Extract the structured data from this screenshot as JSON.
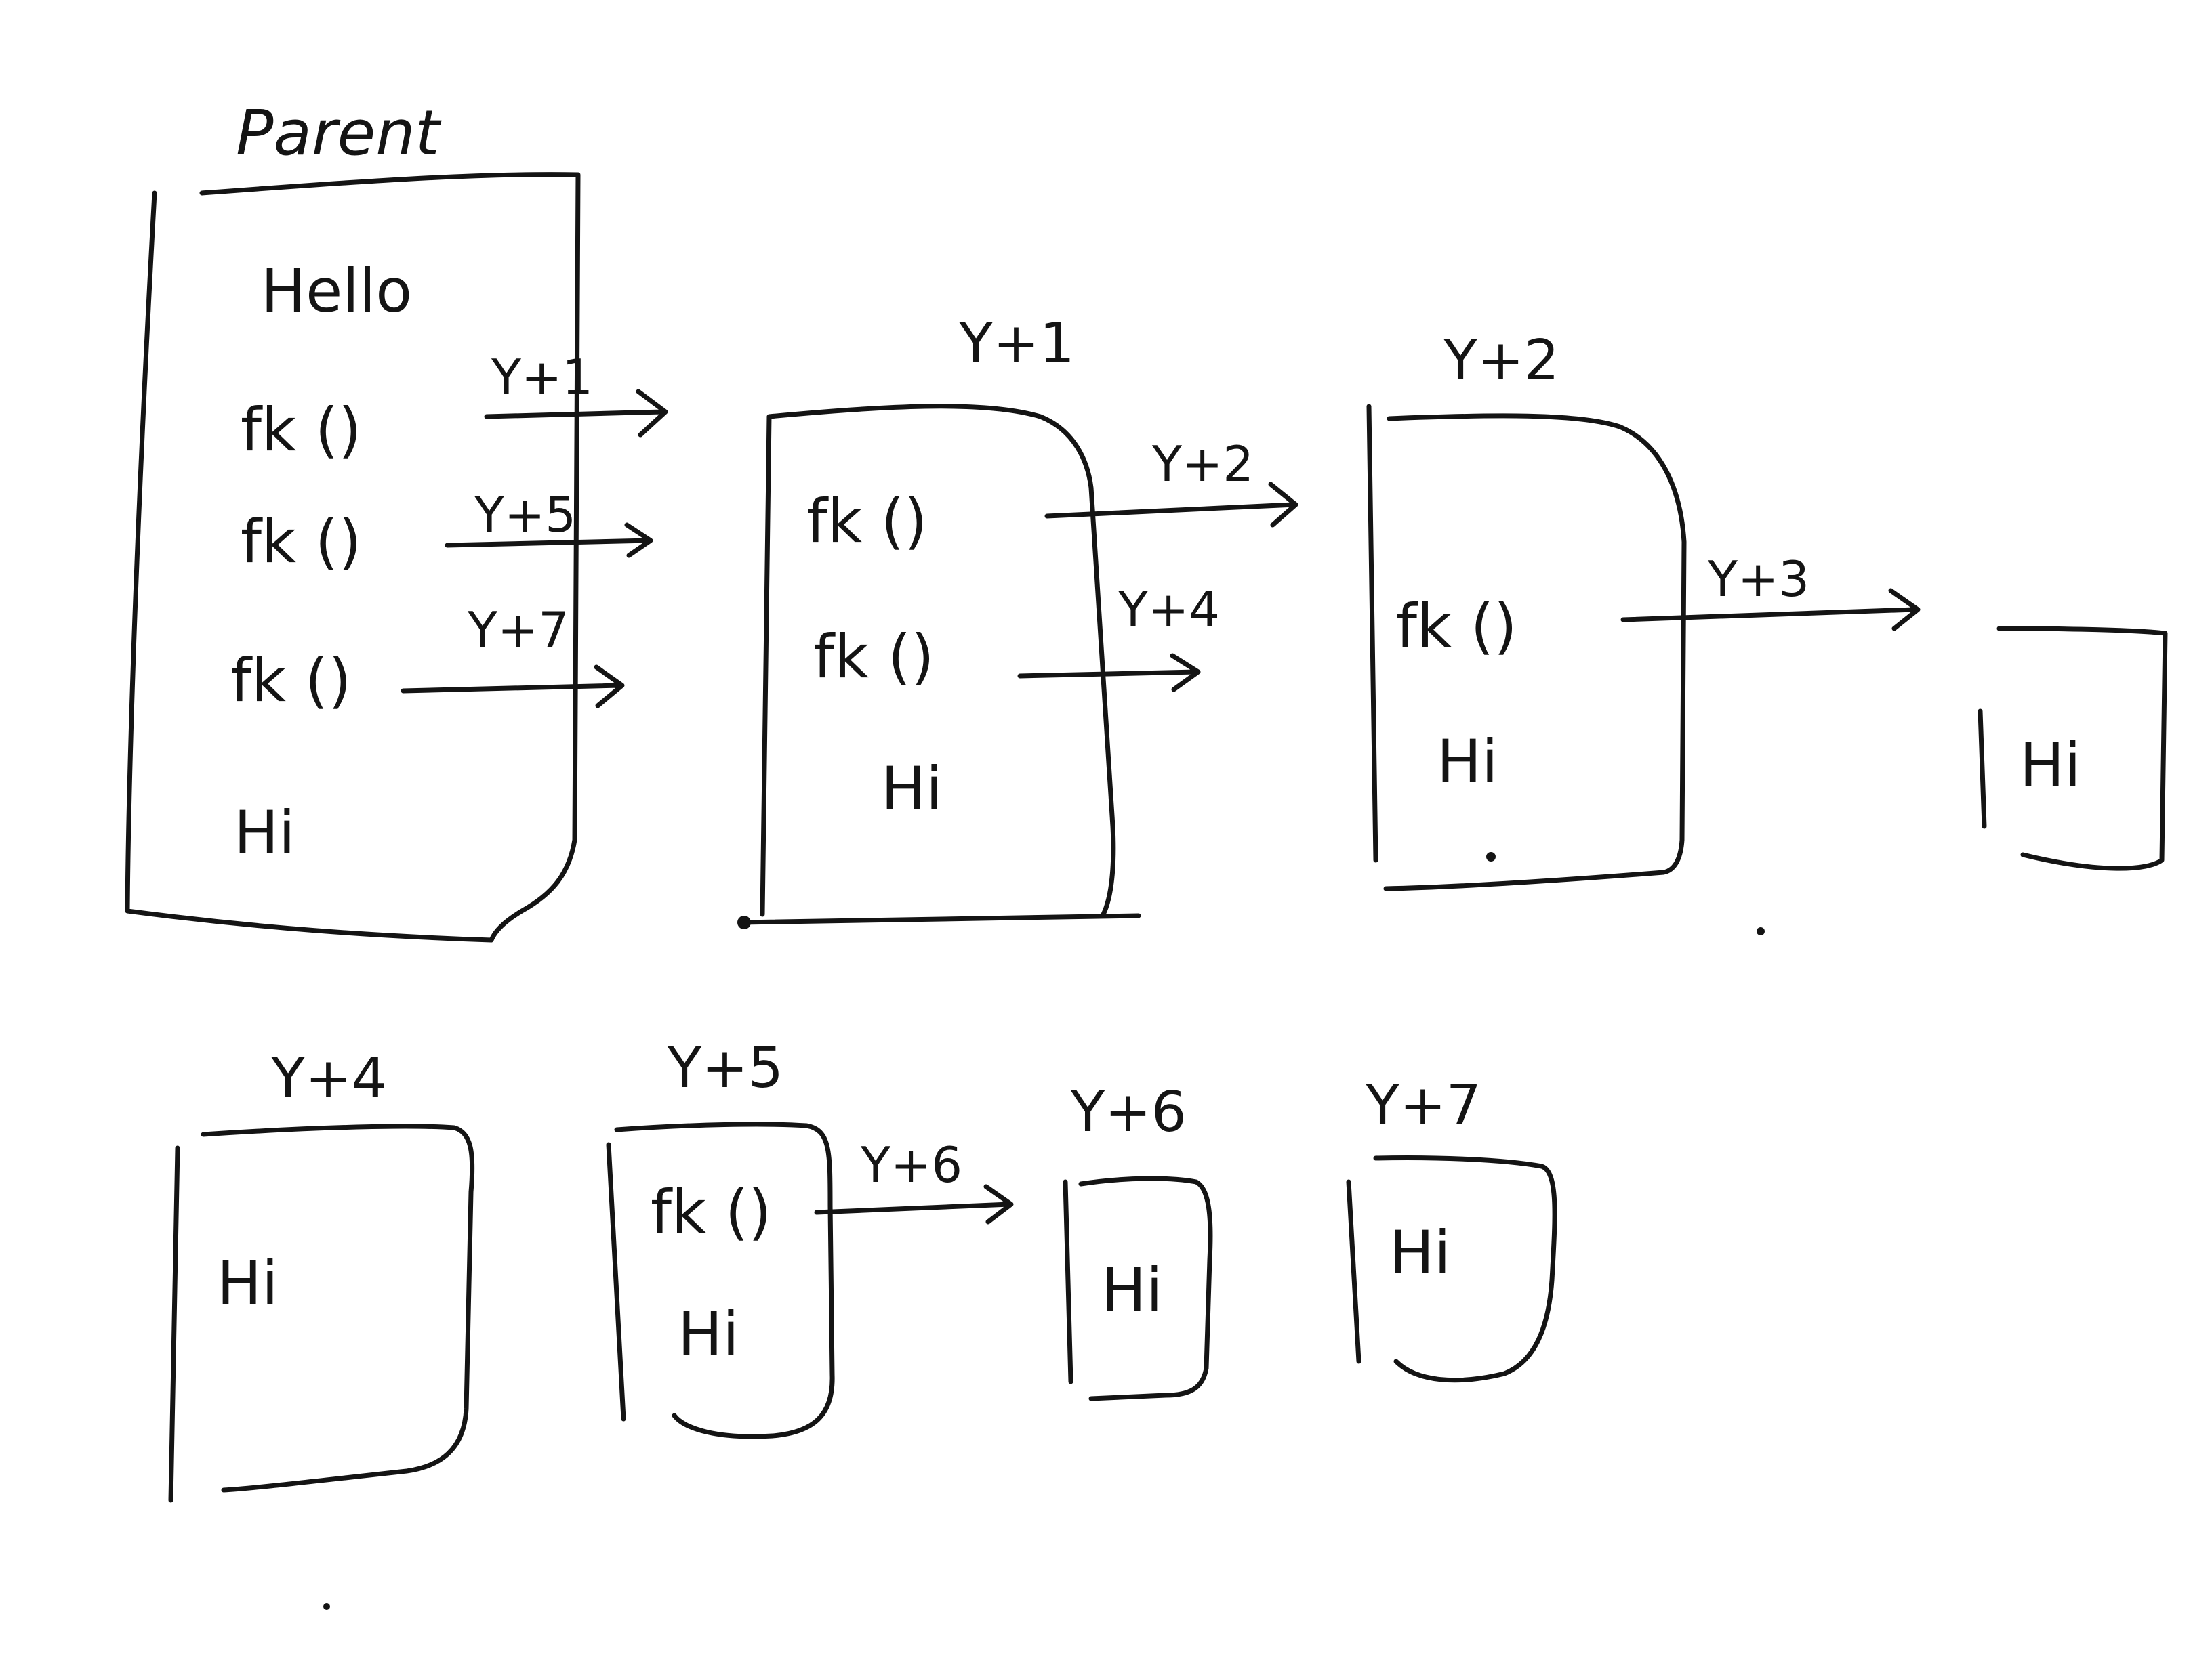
{
  "diagram": {
    "parent": {
      "title": "Parent",
      "lines": [
        "Hello",
        "fk ()",
        "fk ()",
        "fk ()",
        "Hi"
      ],
      "arrows": [
        "Y+1",
        "Y+5",
        "Y+7"
      ]
    },
    "boxes": [
      {
        "id": "y1",
        "label": "Y+1",
        "lines": [
          "fk ()",
          "fk ()",
          "Hi"
        ],
        "arrows": [
          "Y+2",
          "Y+4"
        ]
      },
      {
        "id": "y2",
        "label": "Y+2",
        "lines": [
          "fk ()",
          "Hi"
        ],
        "arrows": [
          "Y+3"
        ]
      },
      {
        "id": "y3",
        "label": "",
        "lines": [
          "Hi"
        ],
        "arrows": []
      },
      {
        "id": "y4",
        "label": "Y+4",
        "lines": [
          "Hi"
        ],
        "arrows": []
      },
      {
        "id": "y5",
        "label": "Y+5",
        "lines": [
          "fk ()",
          "Hi"
        ],
        "arrows": [
          "Y+6"
        ]
      },
      {
        "id": "y6",
        "label": "Y+6",
        "lines": [
          "Hi"
        ],
        "arrows": []
      },
      {
        "id": "y7",
        "label": "Y+7",
        "lines": [
          "Hi"
        ],
        "arrows": []
      }
    ]
  }
}
